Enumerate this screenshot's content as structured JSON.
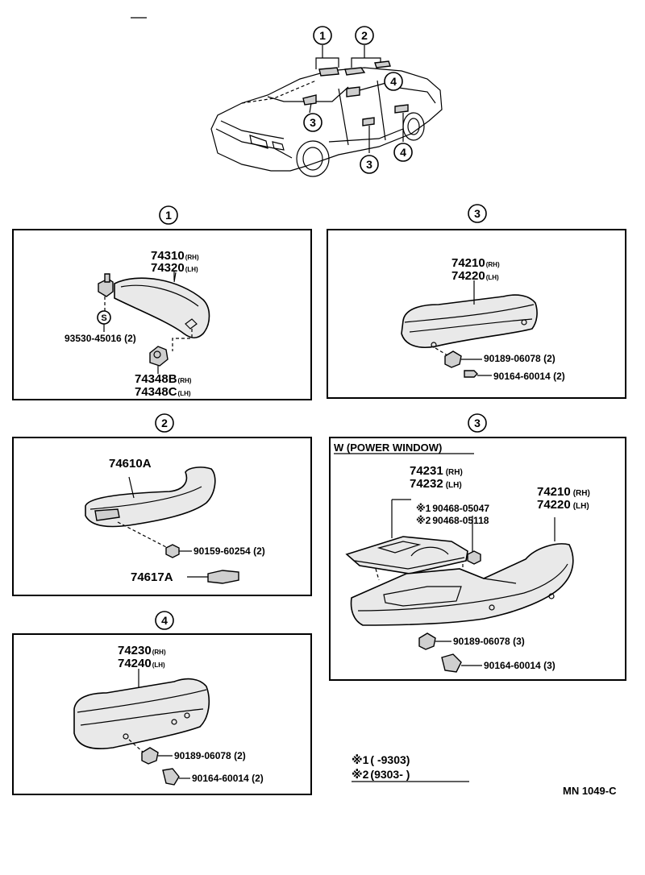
{
  "header": {
    "index_top": [
      "1",
      "2"
    ],
    "index_body": [
      "4",
      "3",
      "3",
      "4"
    ]
  },
  "sections": {
    "s1": {
      "index": "1",
      "part_a": "74310",
      "part_a_side": "(RH)",
      "part_b": "74320",
      "part_b_side": "(LH)",
      "screw": "93530-45016 (2)",
      "screw_mark": "S",
      "clip_a": "74348B",
      "clip_a_side": "(RH)",
      "clip_b": "74348C",
      "clip_b_side": "(LH)"
    },
    "s3": {
      "index": "3",
      "part_a": "74210",
      "part_a_side": "(RH)",
      "part_b": "74220",
      "part_b_side": "(LH)",
      "nut": "90189-06078  (2)",
      "screw": "90164-60014 (2)"
    },
    "s2": {
      "index": "2",
      "handle": "74610A",
      "screw": "90159-60254  (2)",
      "cap": "74617A"
    },
    "s3w": {
      "index": "3",
      "title": "W (POWER WINDOW)",
      "switch_a": "74231",
      "switch_a_side": "(RH)",
      "switch_b": "74232",
      "switch_b_side": "(LH)",
      "screw_a_mark": "※1",
      "screw_a": "90468-05047",
      "screw_b_mark": "※2",
      "screw_b": "90468-05118",
      "arm_a": "74210",
      "arm_a_side": "(RH)",
      "arm_b": "74220",
      "arm_b_side": "(LH)",
      "nut": "90189-06078  (3)",
      "screw": "90164-60014 (3)"
    },
    "s4": {
      "index": "4",
      "part_a": "74230",
      "part_a_side": "(RH)",
      "part_b": "74240",
      "part_b_side": "(LH)",
      "nut": "90189-06078 (2)",
      "screw": "90164-60014 (2)"
    }
  },
  "notes": {
    "note1_mark": "※1",
    "note1": "(        -9303)",
    "note2_mark": "※2",
    "note2": "(9303-         )"
  },
  "footer": {
    "code": "MN 1049-C"
  }
}
